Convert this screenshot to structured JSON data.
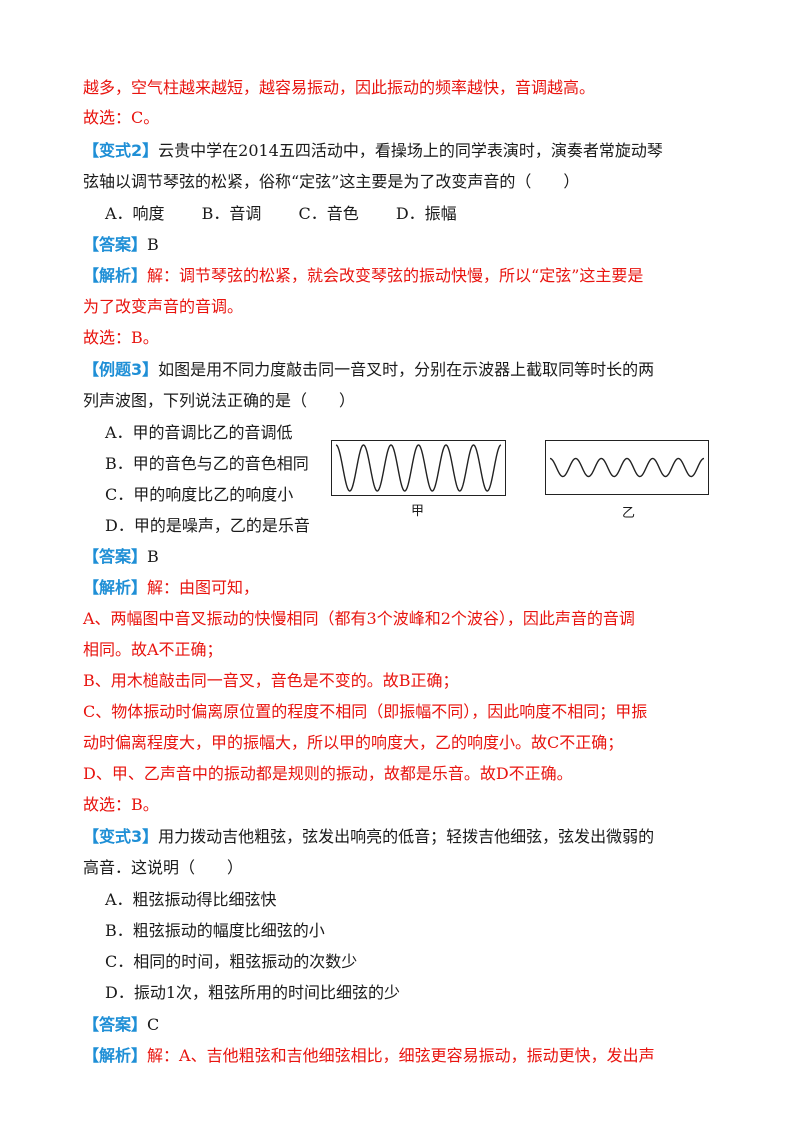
{
  "lines": {
    "l1": "越多，空气柱越来越短，越容易振动，因此振动的频率越快，音调越高。",
    "l2": "故选：C。",
    "v2_tag": "【变式2】",
    "v2_q1": "云贵中学在2014五四活动中，看操场上的同学表演时，演奏者常旋动琴",
    "v2_q2": "弦轴以调节琴弦的松紧，俗称“定弦”这主要是为了改变声音的（　　）",
    "v2_opts": "A．响度　　 B．音调　　 C．音色　　 D．振幅",
    "ans_tag": "【答案】",
    "v2_ans": "B",
    "jx_tag": "【解析】",
    "v2_jx1": "解：调节琴弦的松紧，就会改变琴弦的振动快慢，所以“定弦”这主要是",
    "v2_jx2": "为了改变声音的音调。",
    "v2_sel": "故选：B。",
    "e3_tag": "【例题3】",
    "e3_q1": "如图是用不同力度敲击同一音叉时，分别在示波器上截取同等时长的两",
    "e3_q2": "列声波图，下列说法正确的是（　　）",
    "e3_a": "A．甲的音调比乙的音调低",
    "e3_b": "B．甲的音色与乙的音色相同",
    "e3_c": "C．甲的响度比乙的响度小",
    "e3_d": "D．甲的是噪声，乙的是乐音",
    "e3_ans": "B",
    "e3_jx0": "解：由图可知，",
    "e3_jx1": "A、两幅图中音叉振动的快慢相同（都有3个波峰和2个波谷），因此声音的音调",
    "e3_jx2": "相同。故A不正确；",
    "e3_jx3": "B、用木槌敲击同一音叉，音色是不变的。故B正确；",
    "e3_jx4": "C、物体振动时偏离原位置的程度不相同（即振幅不同），因此响度不相同；甲振",
    "e3_jx5": "动时偏离程度大，甲的振幅大，所以甲的响度大，乙的响度小。故C不正确；",
    "e3_jx6": "D、甲、乙声音中的振动都是规则的振动，故都是乐音。故D不正确。",
    "e3_sel": "故选：B。",
    "v3_tag": "【变式3】",
    "v3_q1": "用力拨动吉他粗弦，弦发出响亮的低音；轻拨吉他细弦，弦发出微弱的",
    "v3_q2": "高音．这说明（　　）",
    "v3_a": "A．粗弦振动得比细弦快",
    "v3_b": "B．粗弦振动的幅度比细弦的小",
    "v3_c": "C．相同的时间，粗弦振动的次数少",
    "v3_d": "D．振动1次，粗弦所用的时间比细弦的少",
    "v3_ans": "C",
    "v3_jx1": "解：A、吉他粗弦和吉他细弦相比，细弦更容易振动，振动更快，发出声"
  },
  "figure": {
    "label_jia": "甲",
    "label_yi": "乙"
  },
  "colors": {
    "red": "#e8140f",
    "blue": "#1f8fd6"
  }
}
